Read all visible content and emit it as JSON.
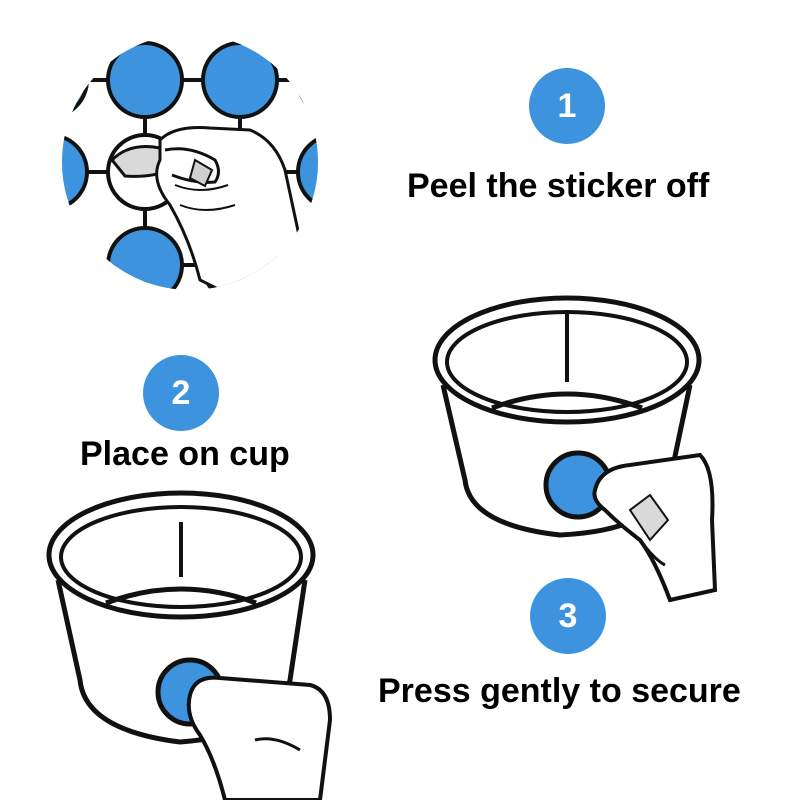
{
  "colors": {
    "accent": "#3d93dd",
    "outline": "#111111",
    "background": "#ffffff"
  },
  "steps": [
    {
      "number": "1",
      "label": "Peel the sticker off",
      "illustration": "hand-peeling-sticker"
    },
    {
      "number": "2",
      "label": "Place on cup",
      "illustration": "cup-with-sticker"
    },
    {
      "number": "3",
      "label": "Press gently to secure",
      "illustration": "finger-pressing-sticker"
    }
  ]
}
